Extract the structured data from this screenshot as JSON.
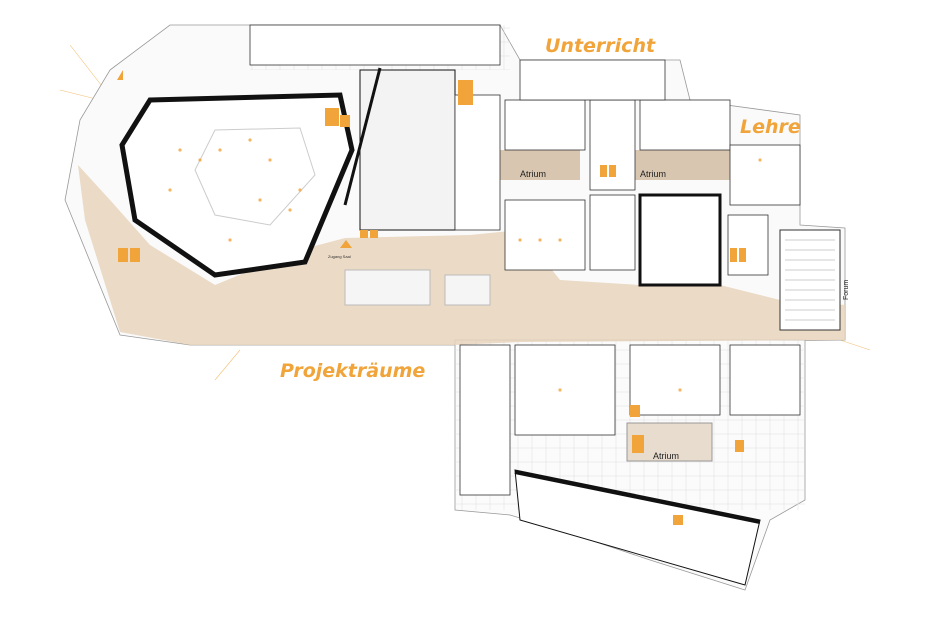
{
  "zones": {
    "teaching": "Unterricht",
    "instruction": "Lehre",
    "projects": "Projekträume"
  },
  "rooms": {
    "atrium_1": "Atrium",
    "atrium_2": "Atrium",
    "atrium_3": "Atrium",
    "forum": "Forum",
    "hall_entrance": "Zugang Saal"
  },
  "colors": {
    "accent": "#f0a43a",
    "circulation": "#e8d3bb",
    "walls": "#111111",
    "rooms": "#ffffff"
  }
}
